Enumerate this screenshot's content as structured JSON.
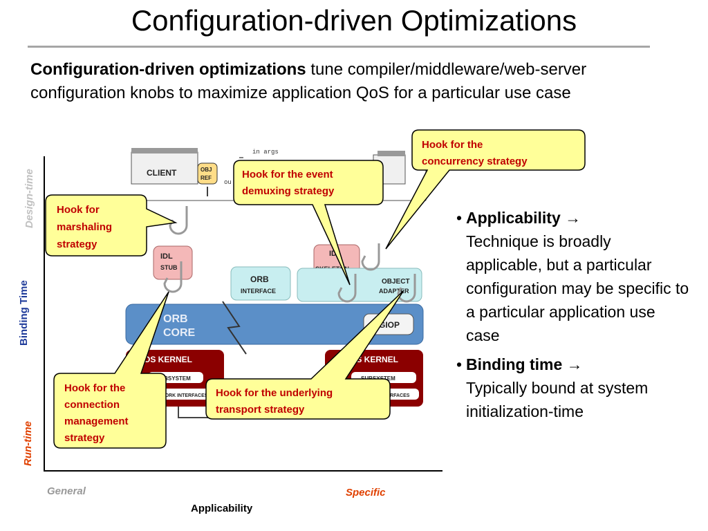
{
  "title": "Configuration-driven Optimizations",
  "intro": {
    "bold": "Configuration-driven optimizations",
    "rest": " tune compiler/middleware/web-server configuration knobs to maximize application QoS for a particular use case"
  },
  "axes": {
    "y_top": "Design-time",
    "y_mid": "Binding Time",
    "y_bottom": "Run-time",
    "x_left": "General",
    "x_right": "Specific",
    "x_title": "Applicability"
  },
  "diagram": {
    "client": "CLIENT",
    "obj_ref": [
      "OBJ",
      "REF"
    ],
    "in_args": "in  args",
    "out": "ou",
    "idl_stub": [
      "IDL",
      "STUB"
    ],
    "idl_skeleton": [
      "IDL",
      "SKELETON"
    ],
    "orb_interface": [
      "ORB",
      "INTERFACE"
    ],
    "object_adapter": [
      "OBJECT",
      "ADAPTER"
    ],
    "orb_core": [
      "ORB",
      "CORE"
    ],
    "giop": "GIOP",
    "os_kernel_left": "OS  KERNEL",
    "os_kernel_right": "OS  KERNEL",
    "subsystem": "SUBSYSTEM",
    "network_interfaces": "NETWORK INTERFACES"
  },
  "callouts": {
    "marshaling": [
      "Hook for",
      "marshaling",
      "strategy"
    ],
    "event_demux": [
      "Hook for the event",
      "demuxing strategy"
    ],
    "concurrency": [
      "Hook for the",
      "concurrency strategy"
    ],
    "connection": [
      "Hook for the",
      "connection",
      "management",
      "strategy"
    ],
    "transport": [
      "Hook for the underlying",
      "transport strategy"
    ]
  },
  "bullets": [
    {
      "label": "Applicability",
      "arrow": "→",
      "text": "Technique is broadly applicable, but a particular configuration may be specific to a particular application use case"
    },
    {
      "label": "Binding time",
      "arrow": "→",
      "text": "Typically bound at system initialization-time"
    }
  ],
  "colors": {
    "callout_fill": "#ffff99",
    "callout_text": "#c00000",
    "orb_core": "#5b8fc8",
    "kernel": "#8b0000",
    "y_top": "#c0c0c0",
    "y_mid": "#1f3b9a",
    "y_bottom": "#e04000"
  }
}
